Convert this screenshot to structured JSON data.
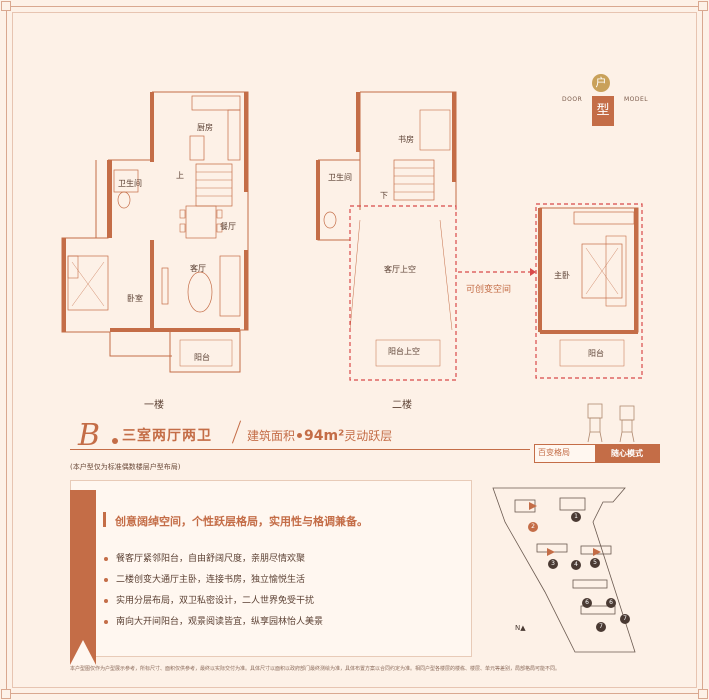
{
  "logo": {
    "door": "DOOR",
    "top": "户",
    "bottom": "型",
    "model": "MODEL"
  },
  "floor1": {
    "label": "一楼",
    "rooms": {
      "kitchen": "厨房",
      "bathroom": "卫生间",
      "up": "上",
      "dining": "餐厅",
      "living": "客厅",
      "bedroom": "卧室",
      "balcony": "阳台"
    }
  },
  "floor2": {
    "label": "二楼",
    "rooms": {
      "study": "书房",
      "bathroom": "卫生间",
      "down": "下",
      "living_void": "客厅上空",
      "balcony_void": "阳台上空"
    },
    "transform_note": "可创变空间"
  },
  "floor3": {
    "rooms": {
      "master_bedroom": "主卧",
      "balcony": "阳台"
    }
  },
  "type": {
    "letter": "B",
    "title": "三室两厅两卫",
    "area_prefix": "建筑面积",
    "area_value": "94m²",
    "area_suffix": "灵动跃层",
    "note": "(本户型仅为标准偶数楼层户型布局)"
  },
  "badge": {
    "left": "百变格局",
    "right": "随心模式"
  },
  "features": {
    "headline": "创意阔绰空间，个性跃层格局，实用性与格调兼备。",
    "items": [
      "餐客厅紧邻阳台，自由舒阔尺度，亲朋尽情欢聚",
      "二楼创变大通厅主卧，连接书房，独立愉悦生活",
      "实用分层布局，双卫私密设计，二人世界免受干扰",
      "南向大开间阳台，观景阅读皆宜，纵享园林怡人美景"
    ]
  },
  "site_map": {
    "north": "N",
    "numbers": [
      "1",
      "2",
      "3",
      "4",
      "5",
      "6",
      "6",
      "7",
      "7"
    ]
  },
  "footer": "本户型图仅作为户型展示参考，所标尺寸、面积仅供参考，最终以实际交付为准。具体尺寸以面积以政府部门最终测绘为准，具体布置方案以合同约定为准。相同户型各楼层的楼栋、楼层、单元等差别，局部格局可能不同。"
}
